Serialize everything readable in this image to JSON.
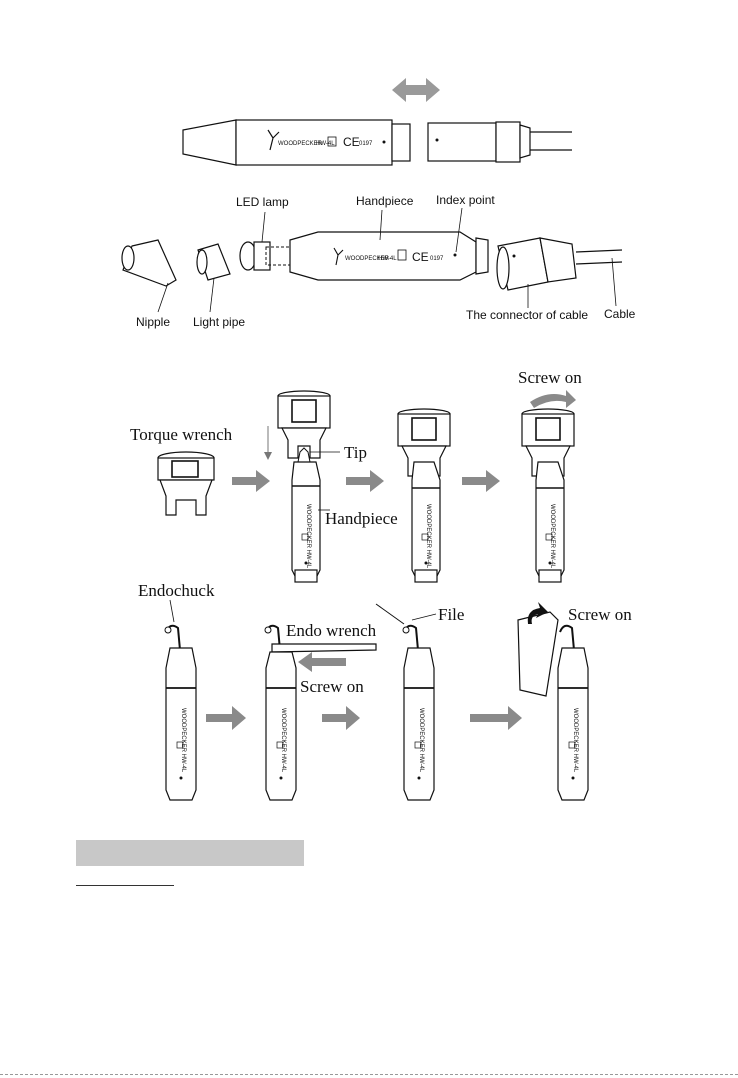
{
  "top": {
    "brand": "WOODPECKER",
    "model": "HW-4L",
    "ce_mark": "CE",
    "ce_number": "0197"
  },
  "parts": {
    "led_lamp": "LED lamp",
    "handpiece": "Handpiece",
    "index_point": "Index point",
    "nipple": "Nipple",
    "light_pipe": "Light pipe",
    "connector": "The connector of cable",
    "cable": "Cable"
  },
  "tip_steps": {
    "torque_wrench": "Torque wrench",
    "tip": "Tip",
    "handpiece": "Handpiece",
    "screw_on": "Screw on"
  },
  "endo_steps": {
    "endochuck": "Endochuck",
    "endo_wrench": "Endo wrench",
    "screw_on_1": "Screw on",
    "file": "File",
    "screw_on_2": "Screw on"
  }
}
